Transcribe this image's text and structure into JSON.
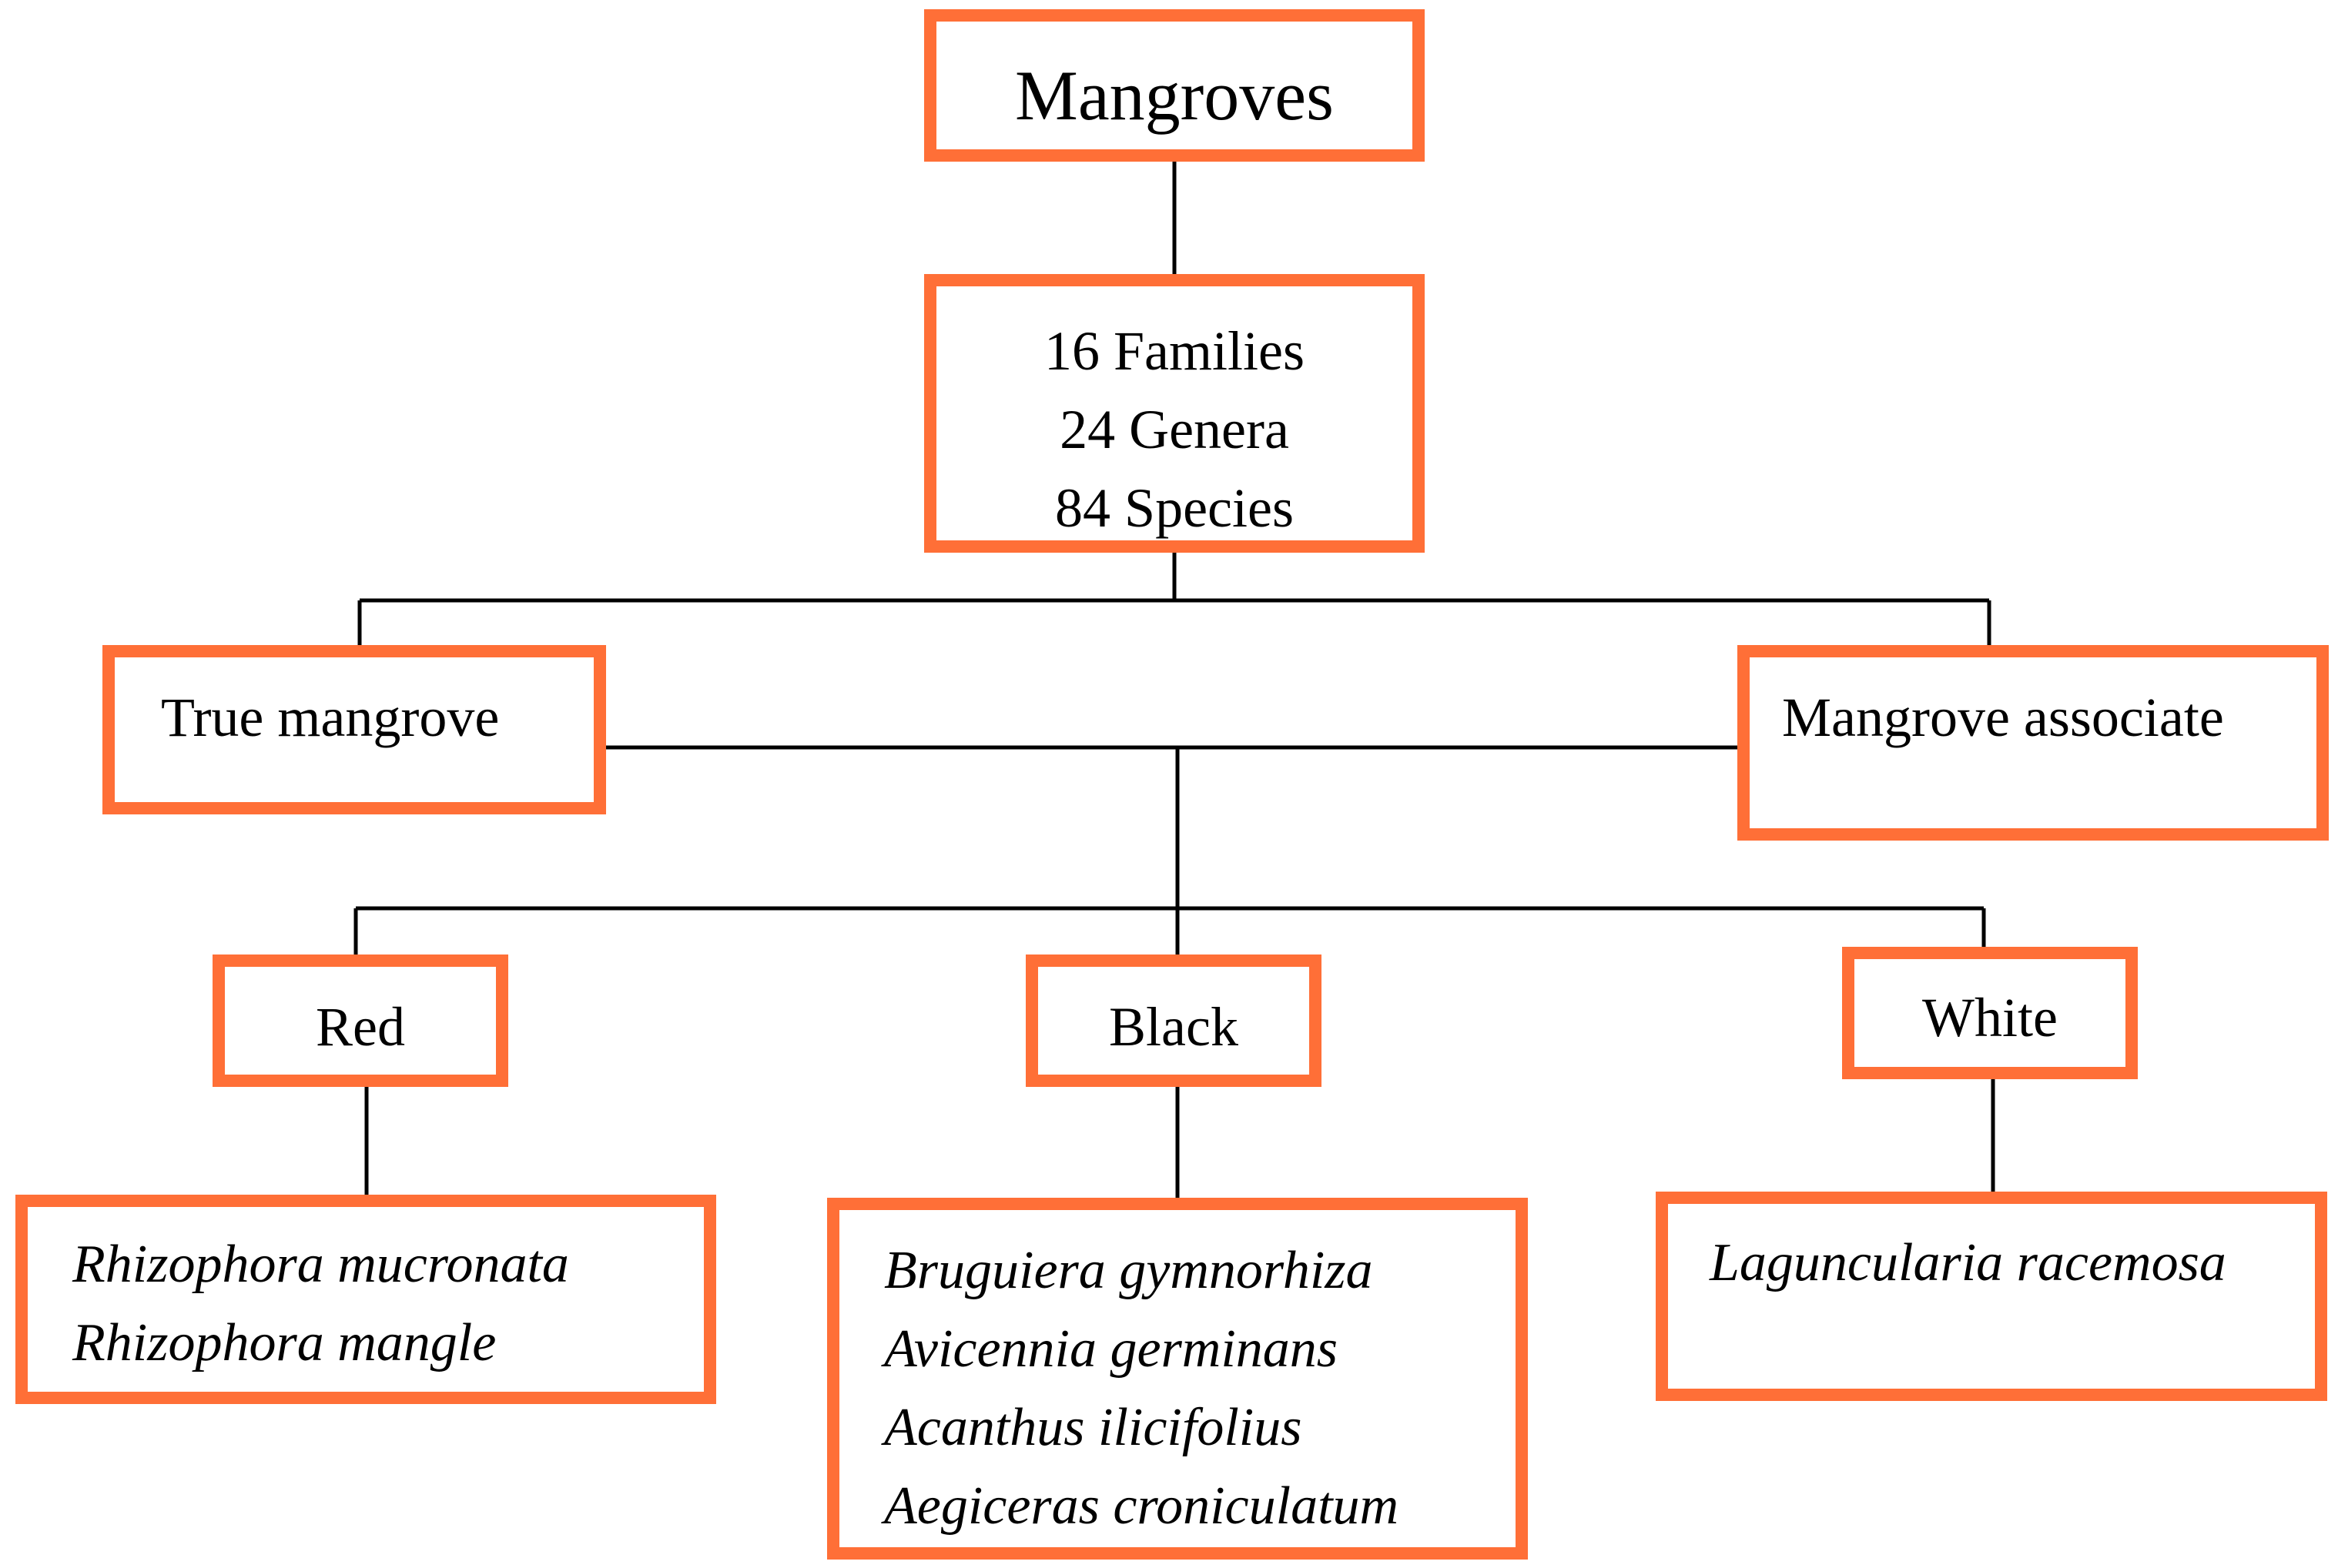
{
  "colors": {
    "box_border": "#FF6F37",
    "line": "#000000",
    "background": "#FFFFFF"
  },
  "nodes": {
    "root": {
      "label": "Mangroves"
    },
    "stats": {
      "lines": [
        "16 Families",
        "24 Genera",
        "84 Species"
      ]
    },
    "true_mangrove": {
      "label": "True mangrove"
    },
    "mangrove_associate": {
      "label": "Mangrove associate"
    },
    "red": {
      "label": "Red"
    },
    "black": {
      "label": "Black"
    },
    "white": {
      "label": "White"
    },
    "red_species": {
      "items": [
        "Rhizophora mucronata",
        "Rhizophora mangle"
      ]
    },
    "black_species": {
      "items": [
        "Bruguiera gymnorhiza",
        "Avicennia germinans",
        "Acanthus ilicifolius",
        "Aegiceras croniculatum"
      ]
    },
    "white_species": {
      "items": [
        "Laguncularia racemosa"
      ]
    }
  }
}
